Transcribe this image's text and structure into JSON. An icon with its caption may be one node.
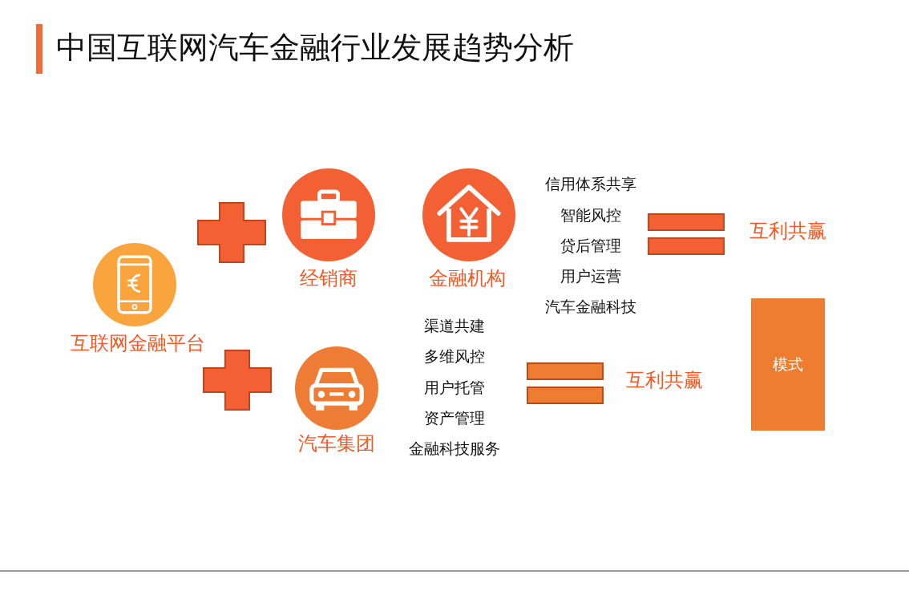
{
  "diagram": {
    "title": "中国互联网汽车金融行业发展趋势分析",
    "nodes": [
      {
        "text": [
          "互联网金融平台"
        ]
      },
      {
        "text": [],
        "shape": "plus"
      },
      {
        "text": [
          "经销商"
        ]
      },
      {
        "text": [
          "金融机构"
        ]
      },
      {
        "text": [],
        "shape": "plus"
      },
      {
        "text": [
          "汽车集团"
        ]
      },
      {
        "text": [
          "模式"
        ]
      }
    ],
    "labels": [
      "信用体系共享",
      "智能风控",
      "贷后管理",
      "用户运营",
      "汽车金融科技",
      "互利共赢",
      "渠道共建",
      "多维风控",
      "用户托管",
      "资产管理",
      "金融科技服务",
      "互利共赢"
    ]
  }
}
